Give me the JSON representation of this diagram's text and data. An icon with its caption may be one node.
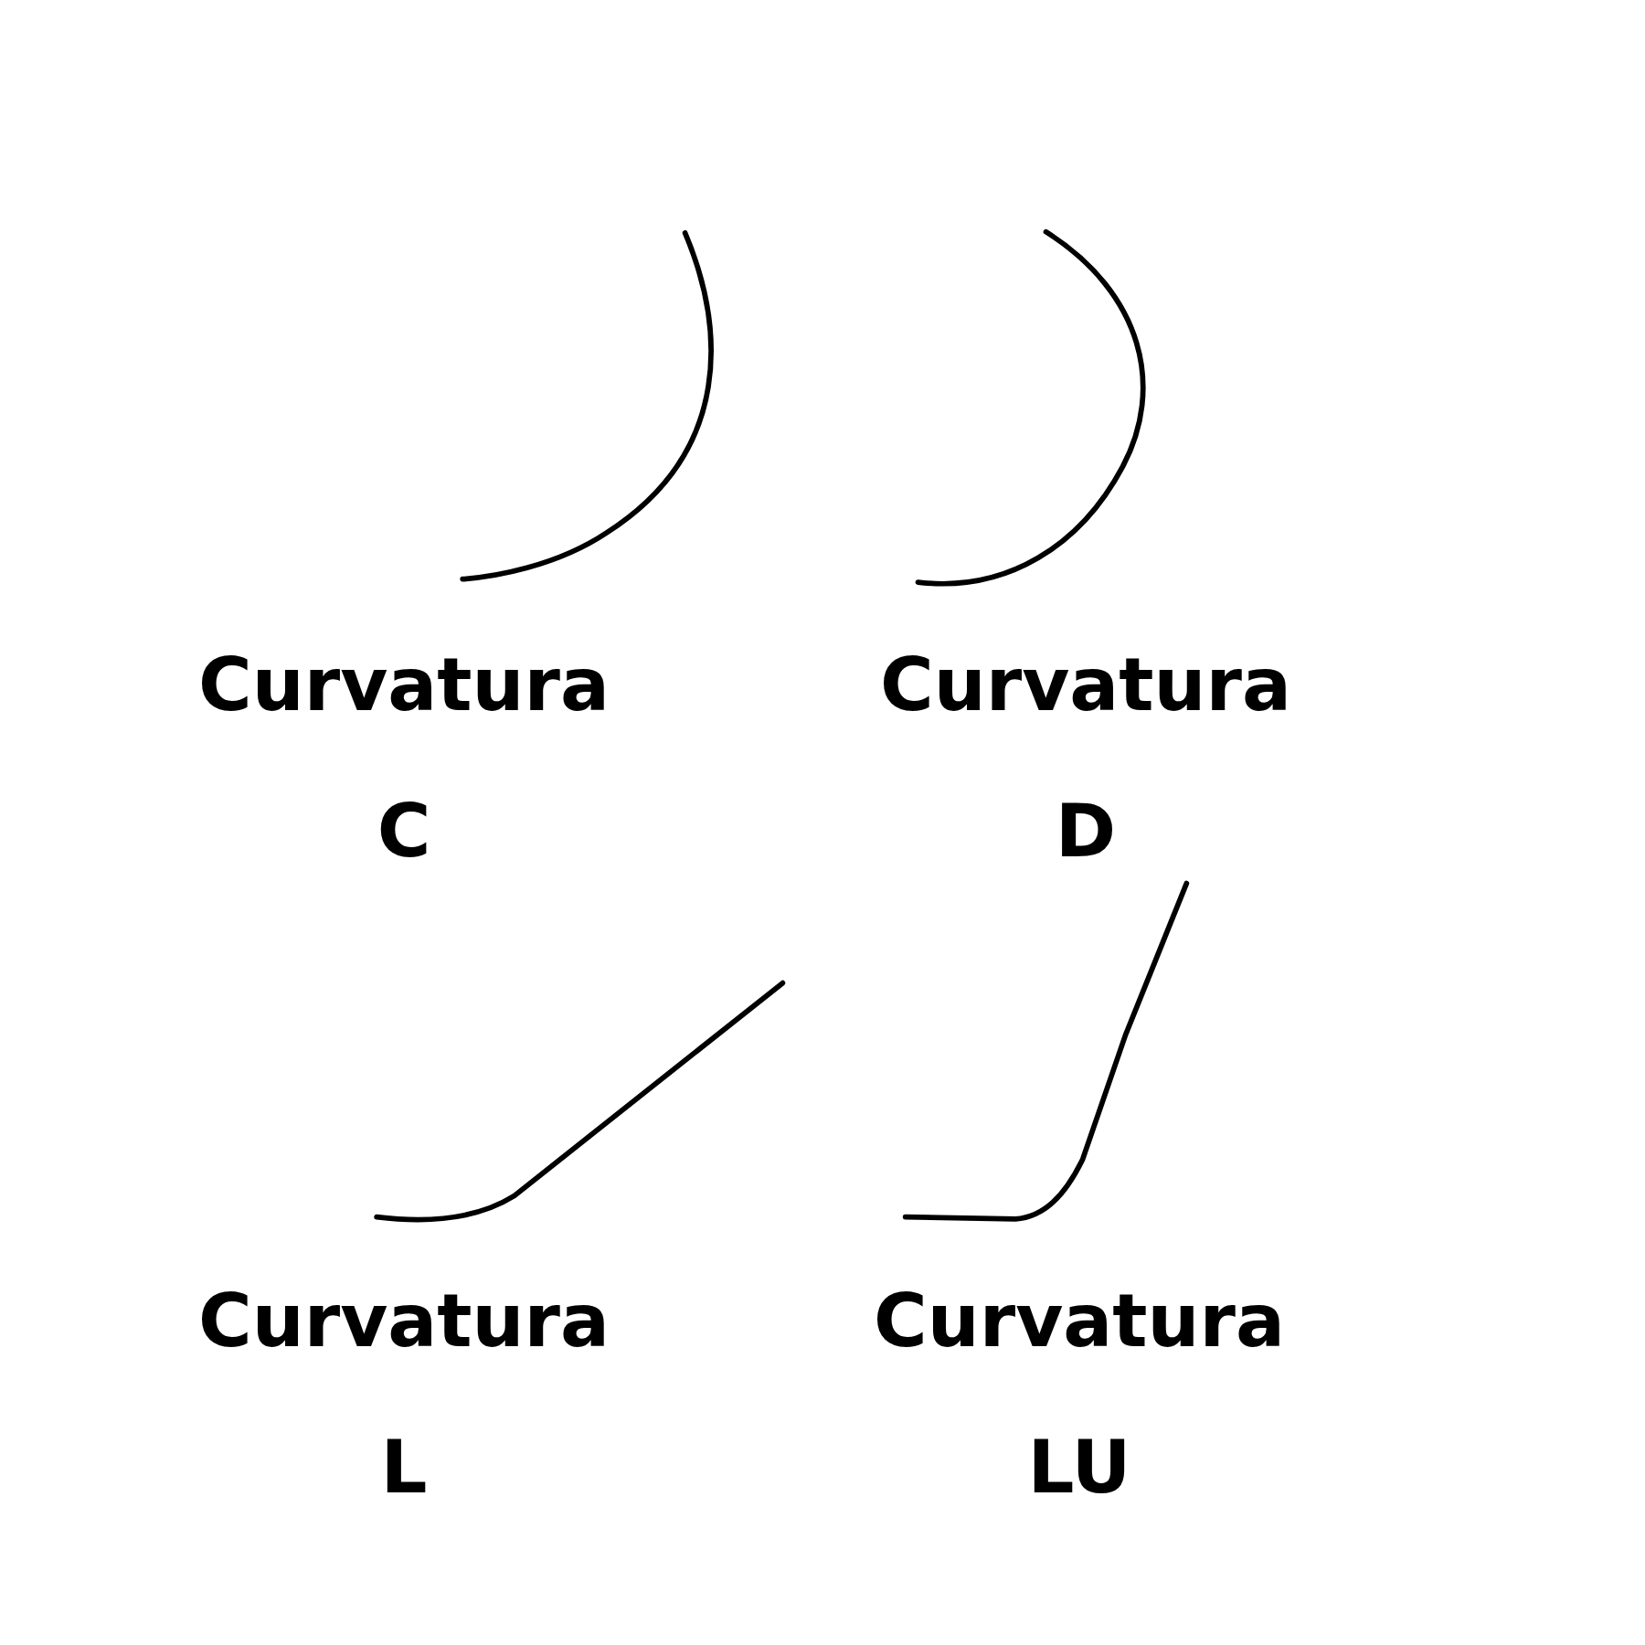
{
  "diagram": {
    "labels": [
      "Curvatura C",
      "Curvatura D",
      "Curvatura L",
      "Curvatura LU"
    ]
  }
}
